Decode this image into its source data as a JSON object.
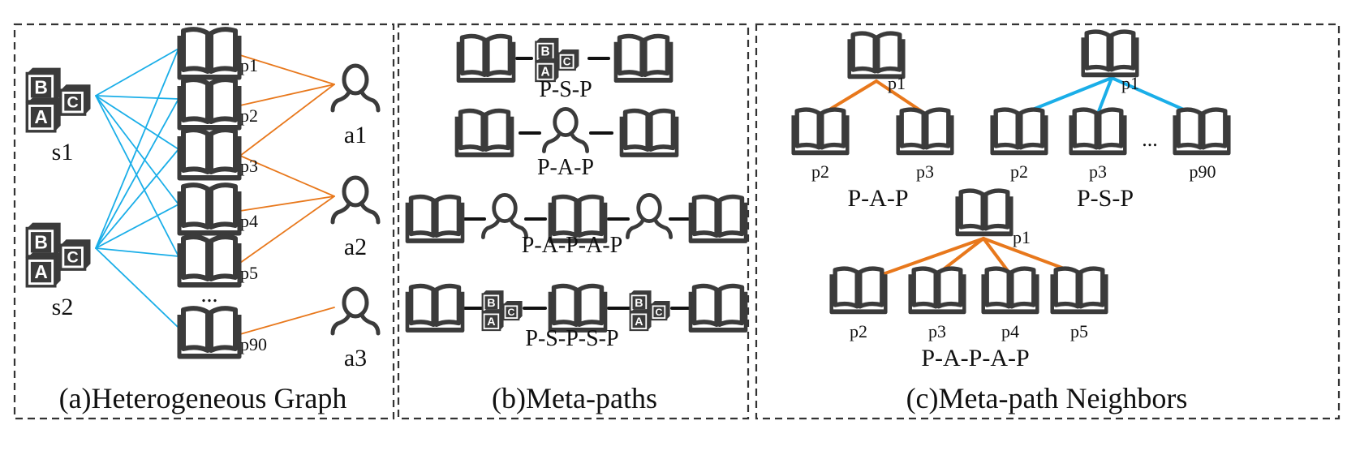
{
  "panels": [
    {
      "id": "a",
      "caption": "(a)Heterogeneous Graph"
    },
    {
      "id": "b",
      "caption": "(b)Meta-paths"
    },
    {
      "id": "c",
      "caption": "(c)Meta-path Neighbors"
    }
  ],
  "graph": {
    "subjects": [
      "s1",
      "s2"
    ],
    "papers": [
      "p1",
      "p2",
      "p3",
      "p4",
      "p5",
      "p90"
    ],
    "ellipsis": "...",
    "authors": [
      "a1",
      "a2",
      "a3"
    ],
    "subject_box_letters": [
      "B",
      "C",
      "A"
    ]
  },
  "metapaths": [
    "P-S-P",
    "P-A-P",
    "P-A-P-A-P",
    "P-S-P-S-P"
  ],
  "neighbors": {
    "pap": {
      "root": "p1",
      "leaves": [
        "p2",
        "p3"
      ],
      "label": "P-A-P"
    },
    "psp": {
      "root": "p1",
      "leaves": [
        "p2",
        "p3",
        "p90"
      ],
      "ellipsis": "...",
      "label": "P-S-P"
    },
    "papap": {
      "root": "p1",
      "leaves": [
        "p2",
        "p3",
        "p4",
        "p5"
      ],
      "label": "P-A-P-A-P"
    }
  },
  "colors": {
    "subject_edge": "#1aaee8",
    "author_edge": "#e8781c",
    "icon": "#3b3b3b",
    "border": "#333333"
  }
}
